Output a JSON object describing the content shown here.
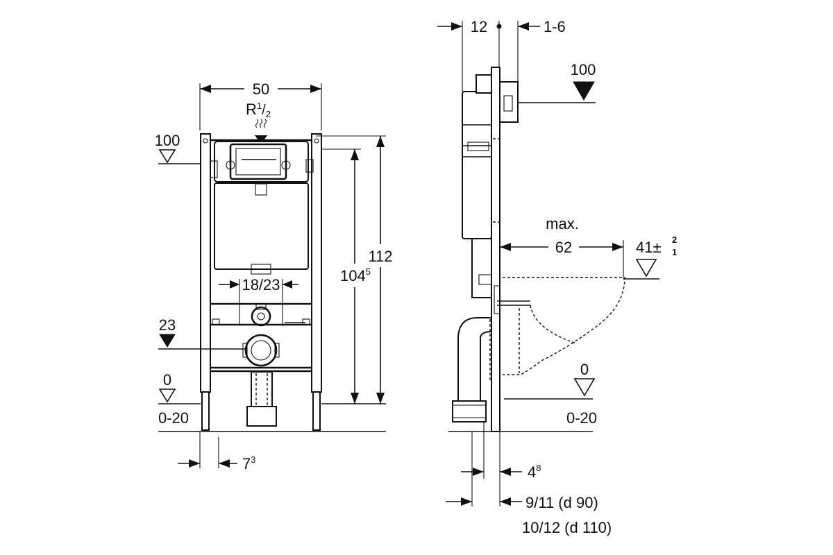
{
  "front_view": {
    "width_label": "50",
    "thread_label_main": "R",
    "thread_label_frac_num": "1",
    "thread_label_frac_den": "2",
    "flush_height_label": "100",
    "height_total_label": "112",
    "height_inner_label_main": "104",
    "height_inner_label_sup": "5",
    "connector_spacing_label": "18/23",
    "drain_height_label": "23",
    "floor_label": "0",
    "floor_range_label": "0-20",
    "foot_offset_label_main": "7",
    "foot_offset_label_sup": "3"
  },
  "side_view": {
    "depth_label": "12",
    "wall_gap_label": "1-6",
    "flush_height_label": "100",
    "max_label": "max.",
    "projection_label": "62",
    "bowl_height_label_main": "41",
    "bowl_height_tol_pm": "±",
    "bowl_height_tol_plus": "2",
    "bowl_height_tol_minus": "1",
    "floor_label": "0",
    "floor_range_label": "0-20",
    "pipe_offset_label_main": "4",
    "pipe_offset_label_sup": "8",
    "pipe_d90_label": "9/11 (d 90)",
    "pipe_d110_label": "10/12 (d 110)"
  },
  "icons": [
    "water-supply-icon",
    "level-marker-icon",
    "dimension-arrow-icon"
  ]
}
